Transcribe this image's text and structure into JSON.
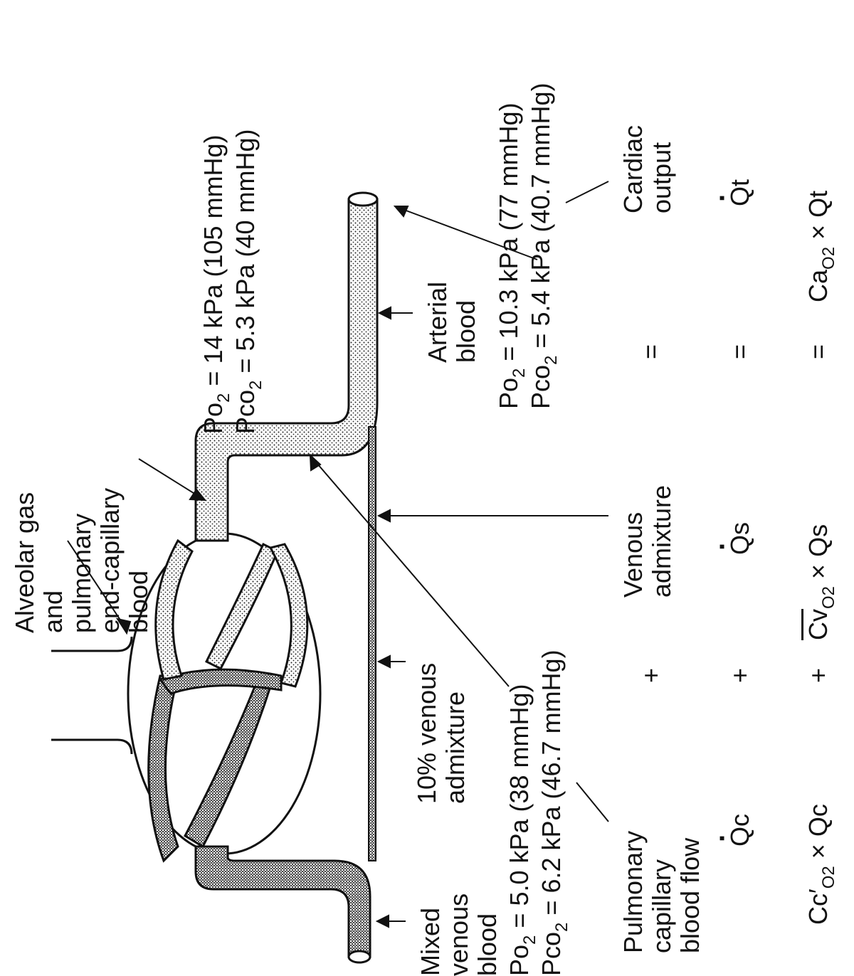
{
  "labels": {
    "alveolar": [
      "Alveolar gas",
      "and",
      "pulmonary",
      "end-capillary",
      "blood"
    ],
    "arterial": [
      "Arterial",
      "blood"
    ],
    "mixed_venous": [
      "Mixed",
      "venous",
      "blood"
    ],
    "venous_admixture_pct": [
      "10% venous",
      "admixture"
    ],
    "end_cap_po2": "= 14 kPa (105 mmHg)",
    "end_cap_pco2": "= 5.3 kPa (40 mmHg)",
    "arterial_po2": "= 10.3 kPa (77 mmHg)",
    "arterial_pco2": "= 5.4 kPa (40.7 mmHg)",
    "venous_po2": "= 5.0 kPa (38 mmHg)",
    "venous_pco2": "= 6.2 kPa (46.7 mmHg)",
    "po": "Po",
    "pco": "Pco",
    "sub2": "2"
  },
  "equation": {
    "row1": {
      "term1": [
        "Pulmonary",
        "capillary",
        "blood flow"
      ],
      "plus": "+",
      "term2": [
        "Venous",
        "admixture"
      ],
      "equals": "=",
      "term3": [
        "Cardiac",
        "output"
      ]
    },
    "row2": {
      "term1": "Qc",
      "plus": "+",
      "term2": "Qs",
      "equals": "=",
      "term3": "Qt"
    },
    "row3": {
      "term1_a": "Cc′",
      "term1_b": "O",
      "term1_c": "× Qc",
      "plus": "+",
      "term2_a": "Cv",
      "term2_b": "O",
      "term2_c": "× Qs",
      "equals": "=",
      "term3_a": "Ca",
      "term3_b": "O",
      "term3_c": "× Qt"
    }
  }
}
